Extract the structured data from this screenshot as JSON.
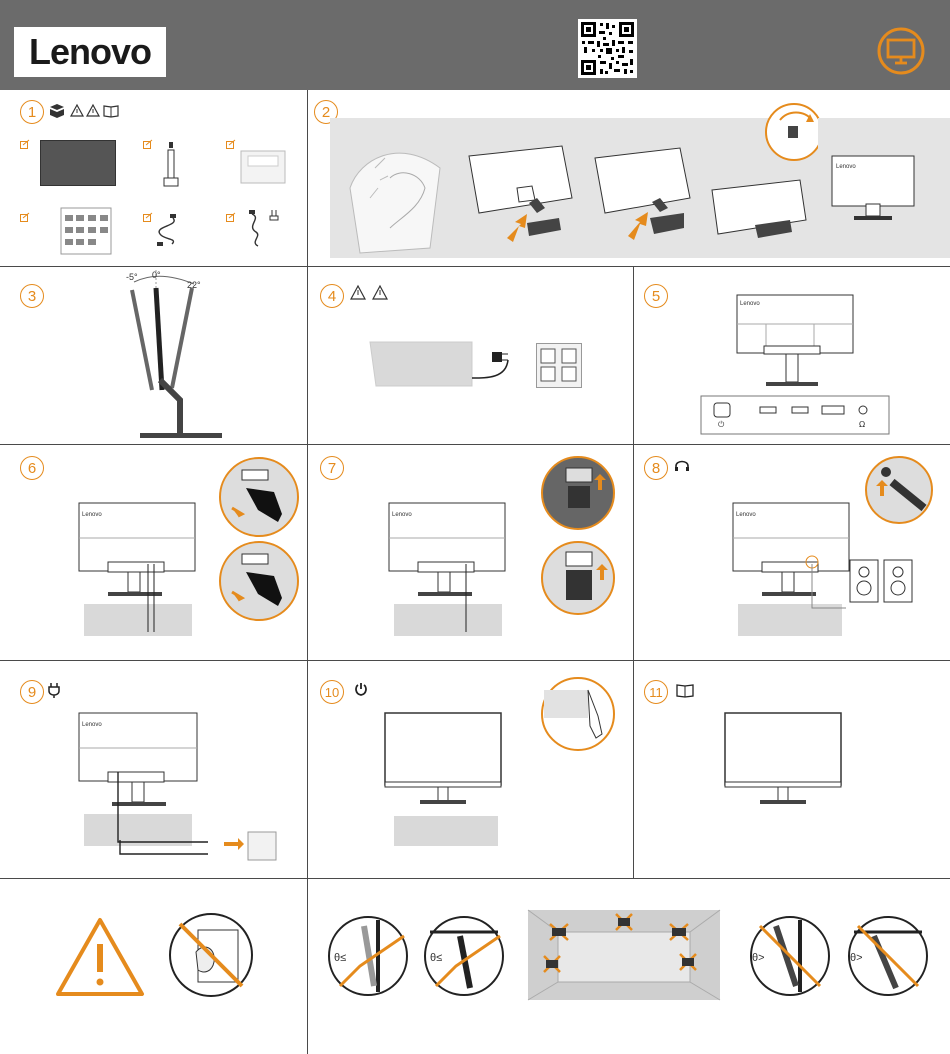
{
  "brand": {
    "logo_text": "Lenovo"
  },
  "colors": {
    "header_bg": "#6b6b6b",
    "accent": "#e58b1d",
    "grid_line": "#4a4a4a",
    "panel_gray": "#d9d9d9"
  },
  "steps": [
    {
      "number": "1",
      "icons": [
        "package-contents-icon",
        "warning-icon",
        "warning-icon",
        "manual-icon"
      ]
    },
    {
      "number": "2",
      "icons": []
    },
    {
      "number": "3",
      "tilt_labels": [
        "-5°",
        "0°",
        "22°"
      ]
    },
    {
      "number": "4",
      "icons": [
        "warning-icon",
        "warning-icon"
      ]
    },
    {
      "number": "5",
      "icons": []
    },
    {
      "number": "6",
      "icons": []
    },
    {
      "number": "7",
      "icons": []
    },
    {
      "number": "8",
      "icons": [
        "headphone-icon"
      ]
    },
    {
      "number": "9",
      "icons": [
        "power-plug-icon"
      ]
    },
    {
      "number": "10",
      "icons": [
        "power-button-icon"
      ]
    },
    {
      "number": "11",
      "icons": [
        "manual-icon"
      ]
    }
  ],
  "wall_mount": {
    "angle_labels": [
      "θ≤",
      "θ≤",
      "θ>",
      "θ>"
    ]
  }
}
